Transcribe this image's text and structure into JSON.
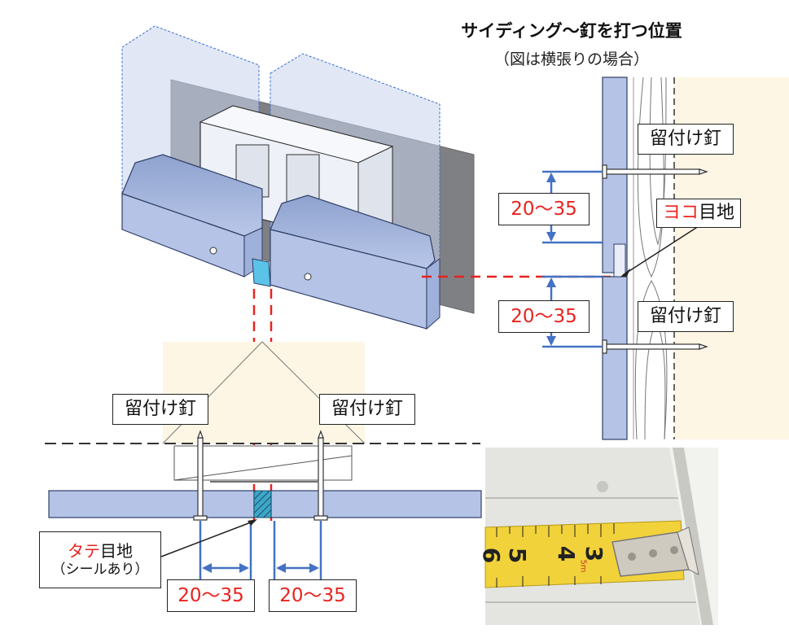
{
  "title": "サイディング～釘を打つ位置",
  "subtitle": "（図は横張りの場合）",
  "labels": {
    "nail_top": "留付け釘",
    "nail_mid": "留付け釘",
    "nail_left": "留付け釘",
    "nail_right": "留付け釘",
    "yoko_red": "ヨコ",
    "yoko_black": "目地",
    "tate_red": "タテ",
    "tate_black": "目地",
    "tate_sub": "（シールあり）",
    "dim_top": "20～35",
    "dim_mid": "20～35",
    "dim_bottom_left": "20～35",
    "dim_bottom_right": "20～35"
  },
  "colors": {
    "siding": "#b4c3e6",
    "siding_edge": "#2f3f66",
    "dimension": "#4472c4",
    "guide": "#e8231f",
    "furring": "#fdf6e4",
    "wall": "#7f8084",
    "joint_sealant": "#5bc2e8"
  },
  "photo": {
    "tape_numbers": [
      "6",
      "5",
      "4",
      "3"
    ],
    "tape_small": "5m"
  }
}
